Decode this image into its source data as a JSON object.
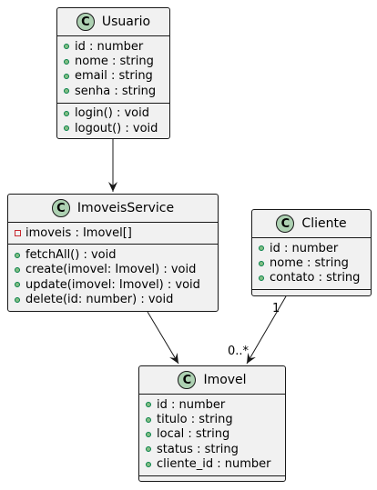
{
  "classes": [
    {
      "name": "Usuario",
      "badge": "C",
      "attributes": [
        {
          "vis": "+",
          "text": "id : number"
        },
        {
          "vis": "+",
          "text": "nome : string"
        },
        {
          "vis": "+",
          "text": "email : string"
        },
        {
          "vis": "+",
          "text": "senha : string"
        }
      ],
      "methods": [
        {
          "vis": "+",
          "text": "login() : void"
        },
        {
          "vis": "+",
          "text": "logout() : void"
        }
      ]
    },
    {
      "name": "ImoveisService",
      "badge": "C",
      "attributes": [
        {
          "vis": "-",
          "text": "imoveis : Imovel[]"
        }
      ],
      "methods": [
        {
          "vis": "+",
          "text": "fetchAll() : void"
        },
        {
          "vis": "+",
          "text": "create(imovel: Imovel) : void"
        },
        {
          "vis": "+",
          "text": "update(imovel: Imovel) : void"
        },
        {
          "vis": "+",
          "text": "delete(id: number) : void"
        }
      ]
    },
    {
      "name": "Cliente",
      "badge": "C",
      "attributes": [
        {
          "vis": "+",
          "text": "id : number"
        },
        {
          "vis": "+",
          "text": "nome : string"
        },
        {
          "vis": "+",
          "text": "contato : string"
        }
      ],
      "methods": []
    },
    {
      "name": "Imovel",
      "badge": "C",
      "attributes": [
        {
          "vis": "+",
          "text": "id : number"
        },
        {
          "vis": "+",
          "text": "titulo : string"
        },
        {
          "vis": "+",
          "text": "local : string"
        },
        {
          "vis": "+",
          "text": "status : string"
        },
        {
          "vis": "+",
          "text": "cliente_id : number"
        }
      ],
      "methods": []
    }
  ],
  "relations": [
    {
      "from": "Usuario",
      "to": "ImoveisService"
    },
    {
      "from": "ImoveisService",
      "to": "Imovel"
    },
    {
      "from": "Cliente",
      "to": "Imovel",
      "from_mult": "1",
      "to_mult": "0..*"
    }
  ]
}
